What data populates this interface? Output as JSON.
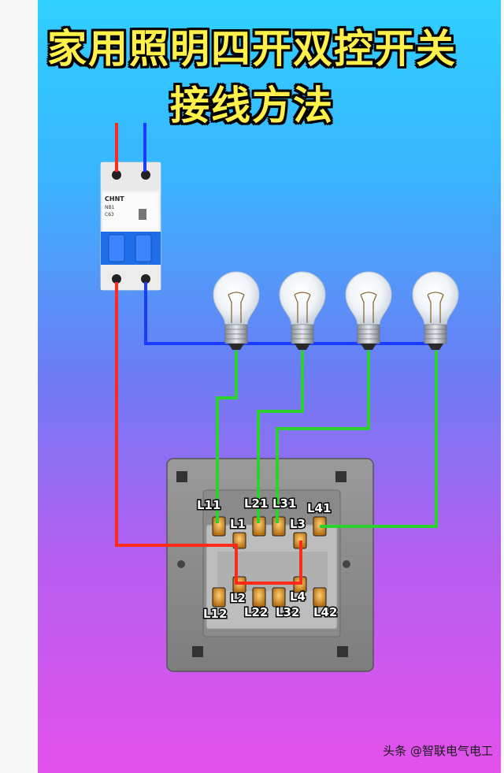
{
  "title_line1": "家用照明四开双控开关",
  "title_line2": "接线方法",
  "breaker": {
    "brand": "CHNT",
    "model": "NB1",
    "rating": "C63"
  },
  "switch_labels": {
    "L11": "L11",
    "L21": "L21",
    "L31": "L31",
    "L41": "L41",
    "L1": "L1",
    "L2": "L2",
    "L3": "L3",
    "L4": "L4",
    "L12": "L12",
    "L22": "L22",
    "L32": "L32",
    "L42": "L42"
  },
  "watermark": "头条 @智联电气电工",
  "colors": {
    "live": "#ff2a1a",
    "neutral": "#1a3cff",
    "switched": "#2dd12d",
    "title": "#fff04a"
  }
}
